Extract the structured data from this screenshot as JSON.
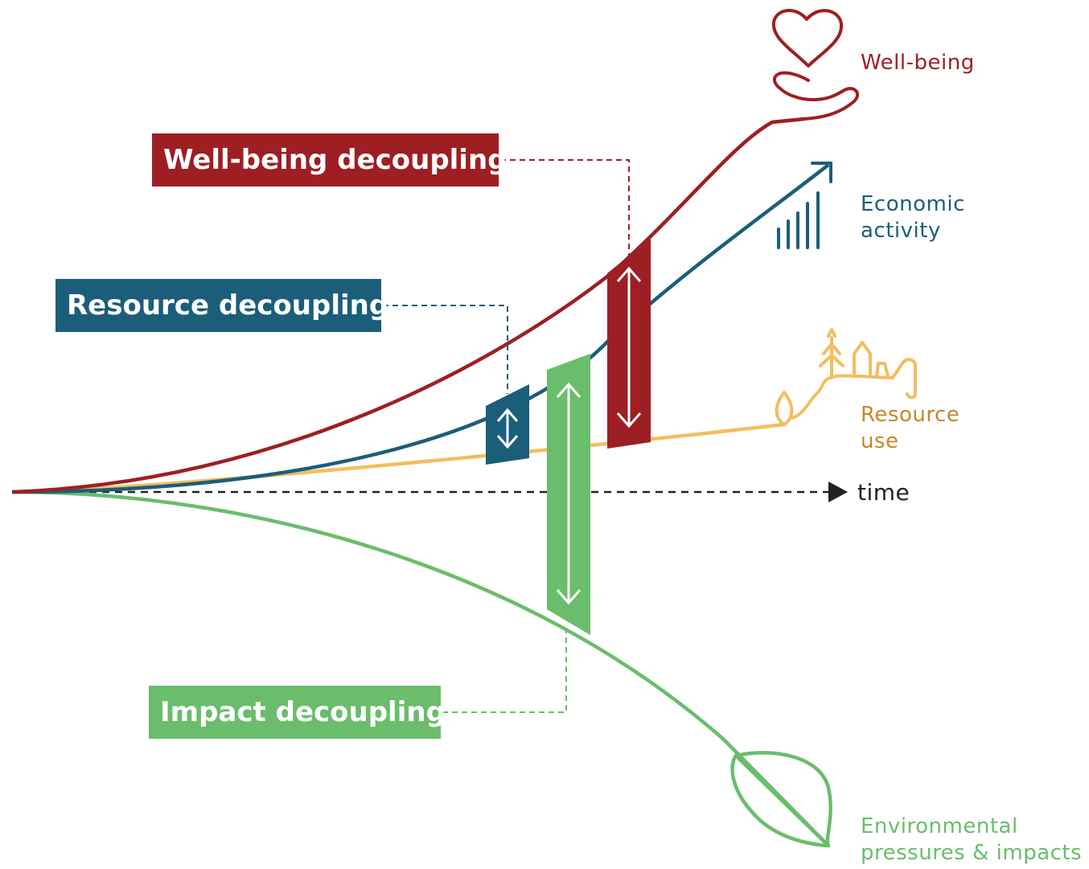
{
  "colors": {
    "wellbeing": "#9d1f23",
    "economic": "#1b5e7a",
    "resource": "#f3bd5f",
    "resource_label": "#c9862a",
    "impact": "#6abd6b",
    "axis": "#222222"
  },
  "boxes": {
    "wellbeing": "Well-being decoupling",
    "resource": "Resource decoupling",
    "impact": "Impact decoupling"
  },
  "curves": {
    "wellbeing": "Well-being",
    "economic_line1": "Economic",
    "economic_line2": "activity",
    "resource_line1": "Resource",
    "resource_line2": "use",
    "env_line1": "Environmental",
    "env_line2": "pressures & impacts"
  },
  "axis": {
    "label": "time"
  },
  "icons": [
    "heart-in-hand-icon",
    "growth-arrow-bars-icon",
    "landscape-resources-icon",
    "leaf-icon",
    "double-arrow-icon"
  ]
}
